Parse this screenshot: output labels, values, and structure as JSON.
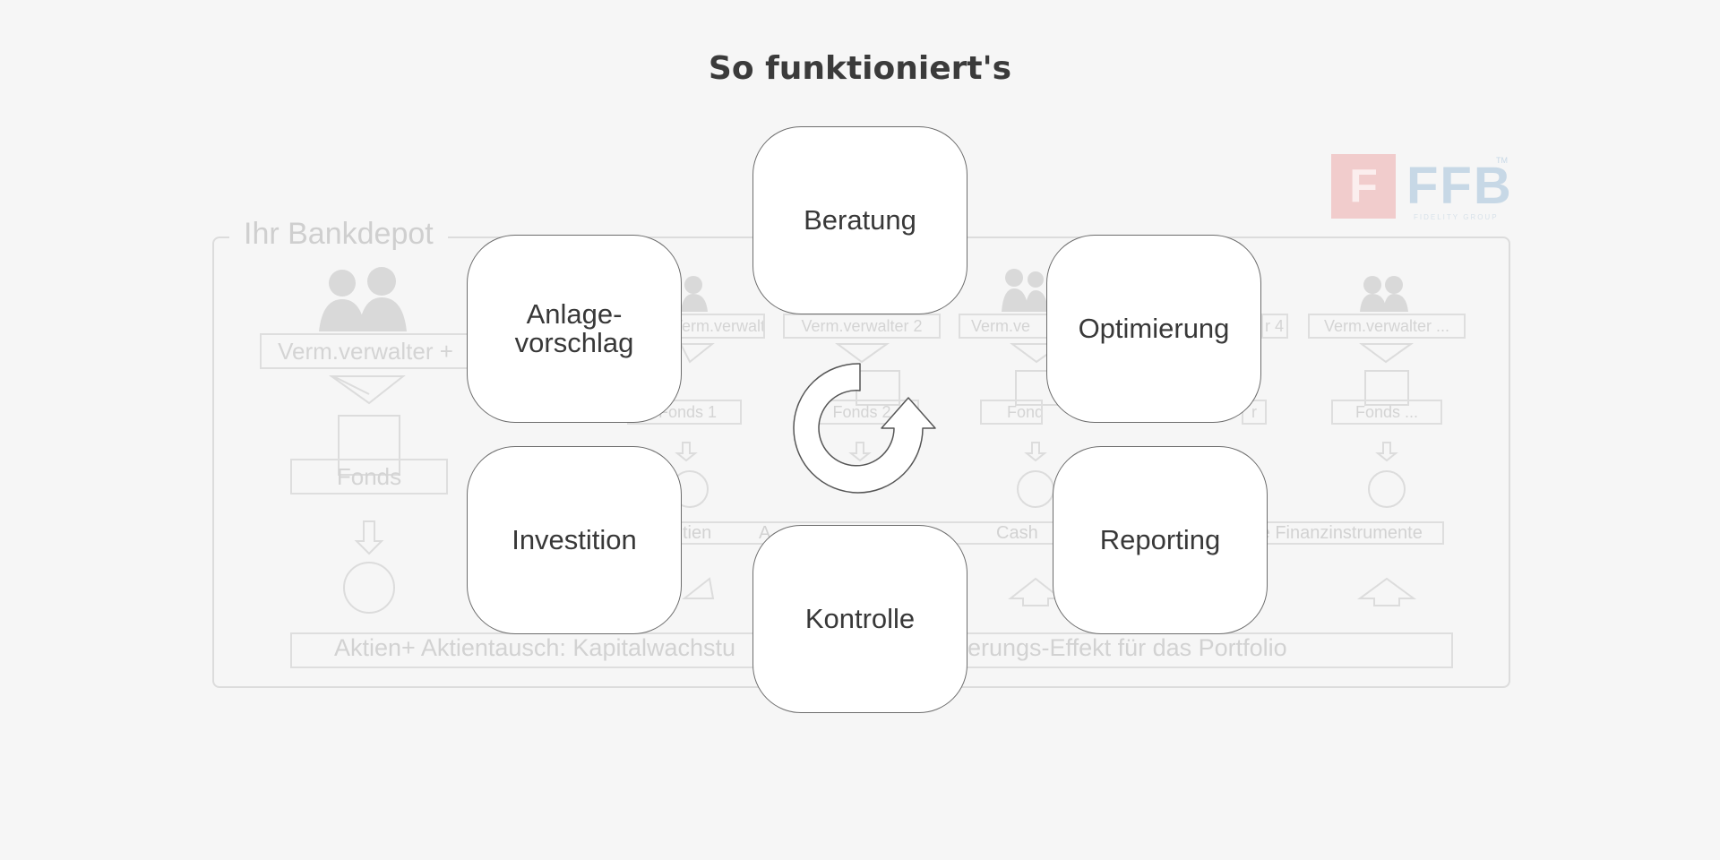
{
  "title": "So funktioniert's",
  "background": {
    "bank_label": "Ihr Bankdepot",
    "main_manager": "Verm.verwalter +",
    "main_fonds": "Fonds",
    "managers": [
      "Verm.verwalter 1",
      "Verm.verwalter 2",
      "Verm.ve",
      "r 4",
      "Verm.verwalter ..."
    ],
    "funds": [
      "Fonds 1",
      "Fonds 2",
      "Fonds 3",
      "r",
      "Fonds ..."
    ],
    "asset_labels": [
      "tien",
      "A",
      "Cash",
      "re Finanzinstrumente"
    ],
    "footer_left": "Aktien+ Aktientausch: Kapitalwachstu",
    "footer_right": "erungs-Effekt für das Portfolio"
  },
  "logo": {
    "mark": "F",
    "text": "FFB",
    "sub": "FIDELITY GROUP",
    "tm": "TM"
  },
  "steps": {
    "beratung": "Beratung",
    "anlagevorschlag": "Anlage-\nvorschlag",
    "optimierung": "Optimierung",
    "investition": "Investition",
    "reporting": "Reporting",
    "kontrolle": "Kontrolle"
  },
  "colors": {
    "background": "#f6f6f6",
    "card_fill": "#ffffff",
    "card_border": "#6d6d6d",
    "faded": "#d6d6d6",
    "logo_red": "#f1cccc",
    "logo_blue": "#c7d8e6"
  }
}
